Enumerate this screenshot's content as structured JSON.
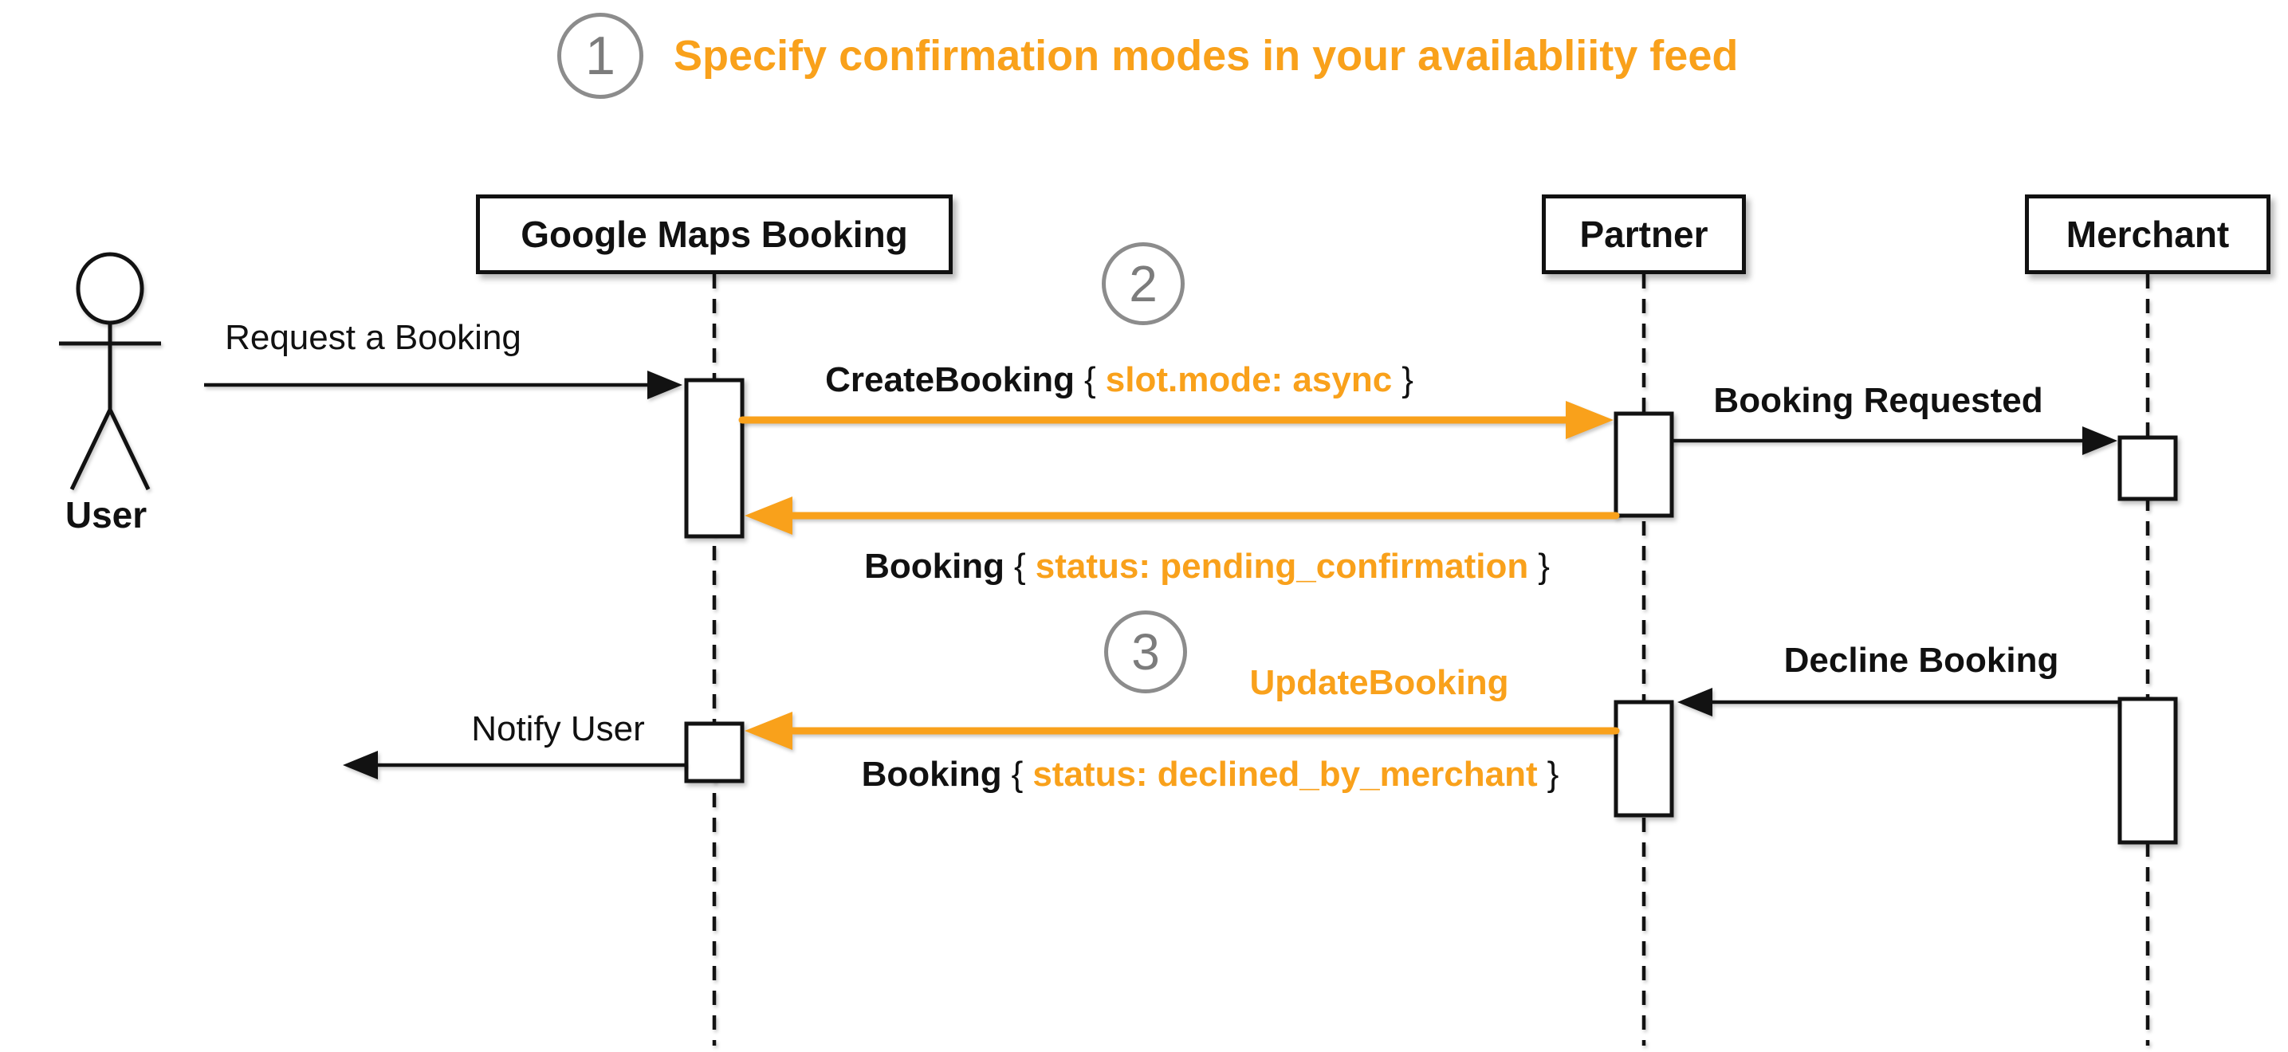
{
  "colors": {
    "orange": "#F9A11B",
    "ink": "#111111",
    "circle_gray": "#8C8C8C",
    "digit_gray": "#7C7C7C"
  },
  "header": {
    "step_number": "1",
    "title": "Specify confirmation modes in your availabliity feed"
  },
  "steps": {
    "step2": "2",
    "step3": "3"
  },
  "actors": {
    "user": {
      "label": "User"
    },
    "google": {
      "label": "Google Maps Booking"
    },
    "partner": {
      "label": "Partner"
    },
    "merchant": {
      "label": "Merchant"
    }
  },
  "messages": {
    "request_booking": {
      "label": "Request a Booking"
    },
    "create_booking": {
      "name": "CreateBooking",
      "open": "{",
      "param": "slot.mode: async",
      "close": "}"
    },
    "booking_requested": {
      "label": "Booking Requested"
    },
    "booking_pending": {
      "name": "Booking",
      "open": "{",
      "param": "status: pending_confirmation",
      "close": "}"
    },
    "decline_booking": {
      "label": "Decline Booking"
    },
    "update_booking": {
      "label": "UpdateBooking"
    },
    "booking_declined": {
      "name": "Booking",
      "open": "{",
      "param": "status: declined_by_merchant",
      "close": "}"
    },
    "notify_user": {
      "label": "Notify User"
    }
  }
}
